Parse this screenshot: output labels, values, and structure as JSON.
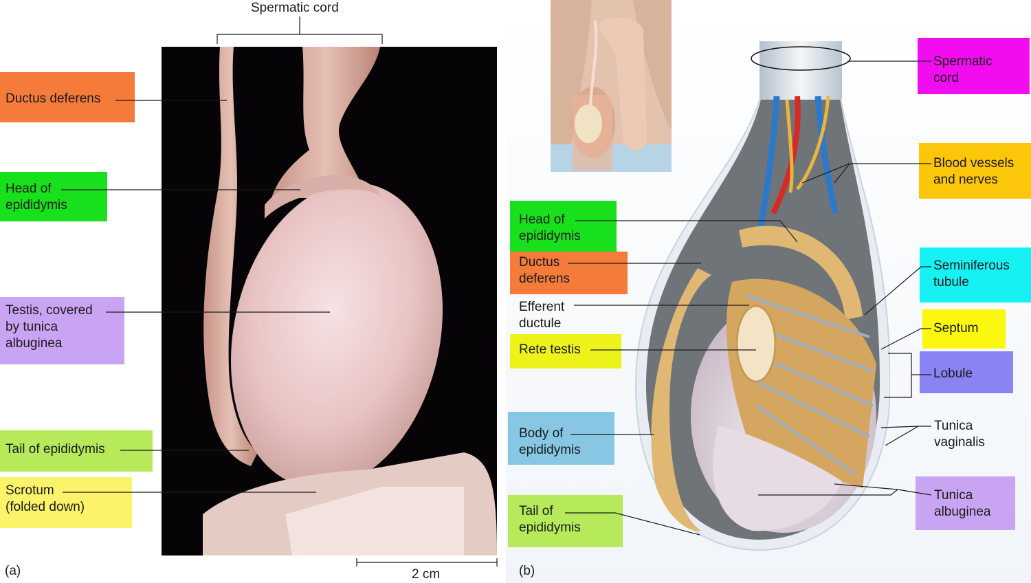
{
  "panel_a": {
    "tag": "(a)",
    "scale_bar": "2 cm",
    "top_label": "Spermatic cord",
    "labels": [
      {
        "id": "ductus",
        "lines": [
          "Ductus deferens"
        ],
        "color": "#f47b3a"
      },
      {
        "id": "head",
        "lines": [
          "Head of",
          "epididymis"
        ],
        "color": "#19e01c"
      },
      {
        "id": "testis",
        "lines": [
          "Testis, covered",
          "by tunica",
          "albuginea"
        ],
        "color": "#c9a4f2"
      },
      {
        "id": "tail",
        "lines": [
          "Tail of epididymis"
        ],
        "color": "#b6ea5a"
      },
      {
        "id": "scrotum",
        "lines": [
          "Scrotum",
          "(folded down)"
        ],
        "color": "#fbf46a"
      }
    ]
  },
  "panel_b": {
    "tag": "(b)",
    "left_labels": [
      {
        "id": "head",
        "lines": [
          "Head of",
          "epididymis"
        ],
        "color": "#19e01c"
      },
      {
        "id": "ductus",
        "lines": [
          "Ductus",
          "deferens"
        ],
        "color": "#f47b3a"
      },
      {
        "id": "efferent",
        "lines": [
          "Efferent",
          "ductule"
        ],
        "color": ""
      },
      {
        "id": "rete",
        "lines": [
          "Rete testis"
        ],
        "color": "#ecf21a"
      },
      {
        "id": "body",
        "lines": [
          "Body of",
          "epididymis"
        ],
        "color": "#87c7e3"
      },
      {
        "id": "tail",
        "lines": [
          "Tail of",
          "epididymis"
        ],
        "color": "#b6ea5a"
      }
    ],
    "right_labels": [
      {
        "id": "cord",
        "lines": [
          "Spermatic",
          "cord"
        ],
        "color": "#f20df0"
      },
      {
        "id": "vessels",
        "lines": [
          "Blood vessels",
          "and nerves"
        ],
        "color": "#fcc60a"
      },
      {
        "id": "semi",
        "lines": [
          "Seminiferous",
          "tubule"
        ],
        "color": "#16f2f4"
      },
      {
        "id": "septum",
        "lines": [
          "Septum"
        ],
        "color": "#fbf70f"
      },
      {
        "id": "lobule",
        "lines": [
          "Lobule"
        ],
        "color": "#8a83f4"
      },
      {
        "id": "vaginalis",
        "lines": [
          "Tunica",
          "vaginalis"
        ],
        "color": ""
      },
      {
        "id": "albuginea",
        "lines": [
          "Tunica",
          "albuginea"
        ],
        "color": "#c9a4f2"
      }
    ]
  }
}
